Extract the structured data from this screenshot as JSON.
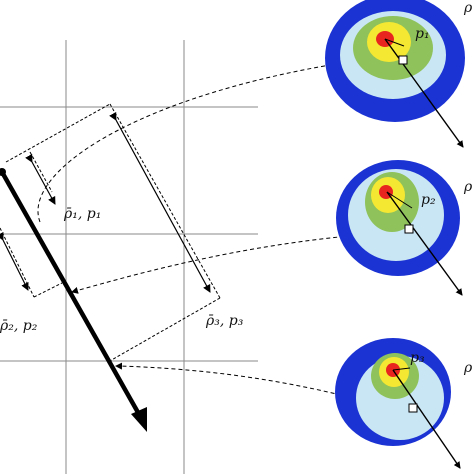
{
  "colors": {
    "outer": "#1c33d4",
    "ring_light_blue": "#c9e6f5",
    "ring_green": "#8fc25a",
    "ring_yellow": "#f5e832",
    "core_red": "#e8251e",
    "grid": "#8a8a8a",
    "ink": "#000000"
  },
  "labels": {
    "left_1": "ρ̄₁, p₁",
    "left_2": "ρ̄₂, p₂",
    "left_3": "ρ̄₃, p₃",
    "blob_1": "p₁",
    "blob_2": "p₂",
    "blob_3": "p₃",
    "blob_rho_1": "ρ",
    "blob_rho_2": "ρ",
    "blob_rho_3": "ρ"
  }
}
